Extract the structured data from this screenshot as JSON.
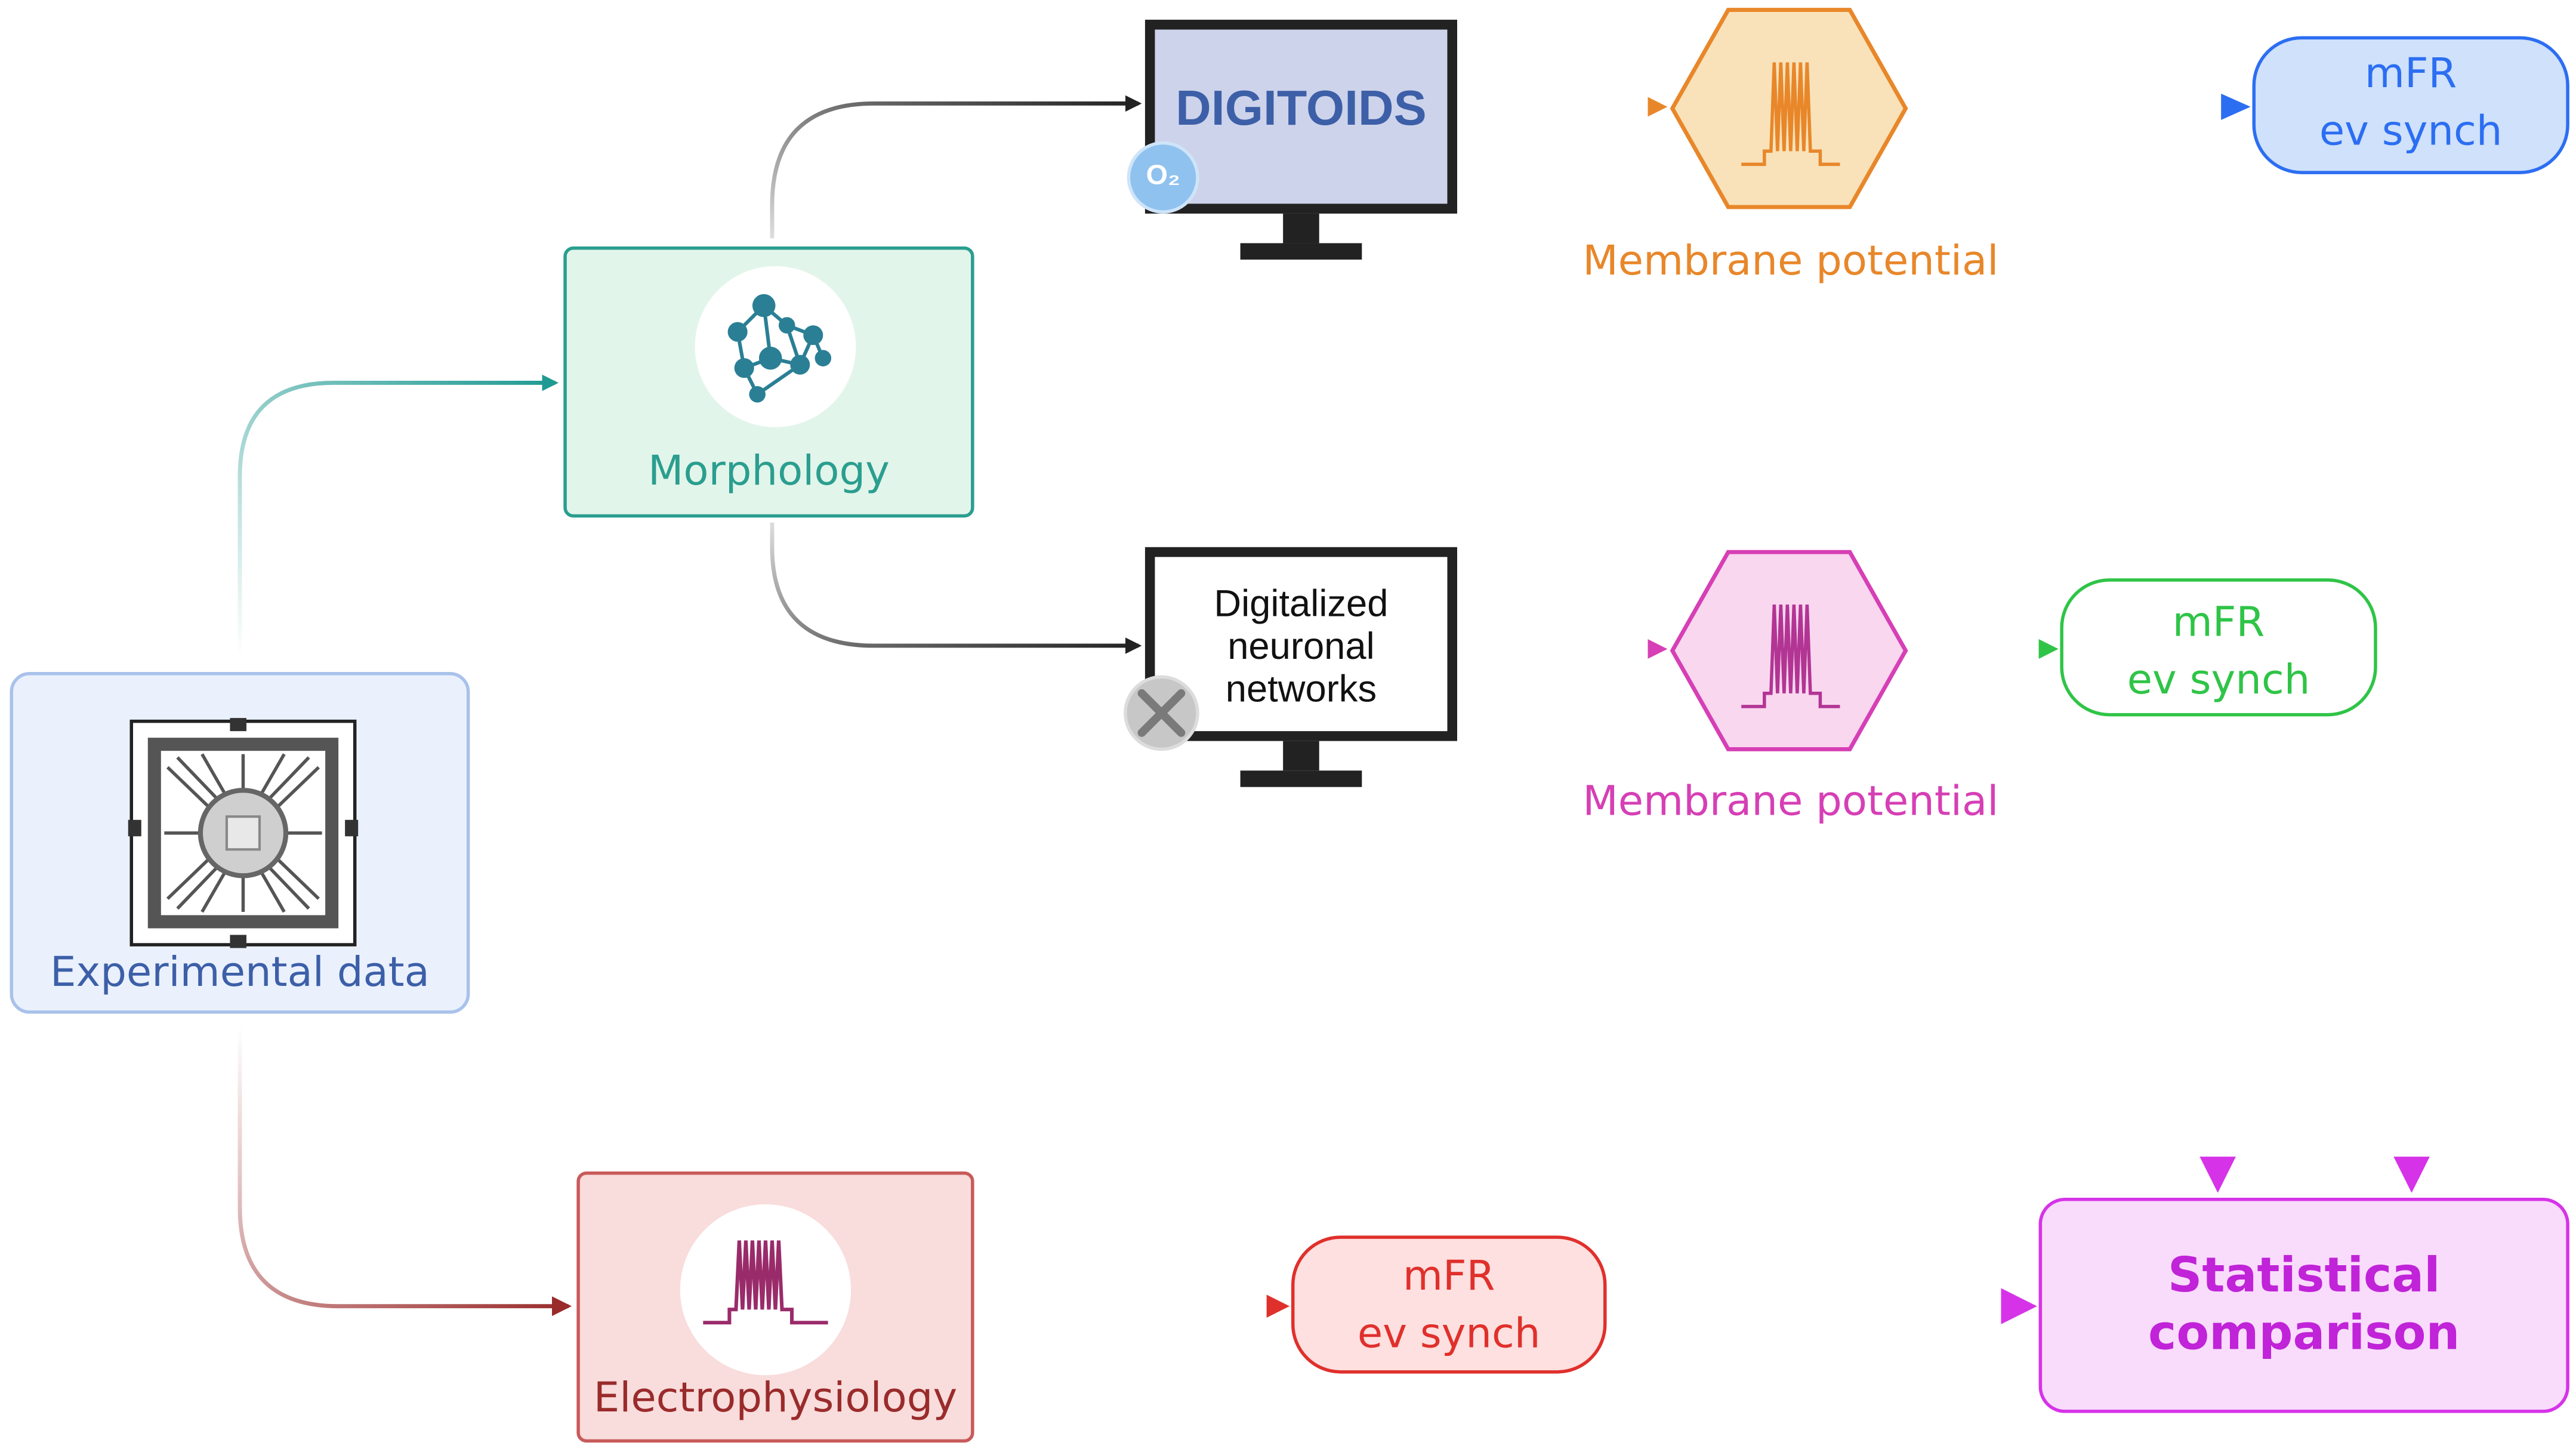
{
  "nodes": {
    "experimental": {
      "label": "Experimental data"
    },
    "morphology": {
      "label": "Morphology"
    },
    "electrophysiology": {
      "label": "Electrophysiology"
    },
    "digitoids": {
      "label": "DIGITOIDS",
      "o2_badge": "O₂"
    },
    "digitalized": {
      "line1": "Digitalized",
      "line2": "neuronal",
      "line3": "networks"
    },
    "membrane_top": {
      "label": "Membrane potential"
    },
    "membrane_mid": {
      "label": "Membrane potential"
    },
    "metrics_blue": {
      "line1": "mFR",
      "line2": "ev synch"
    },
    "metrics_green": {
      "line1": "mFR",
      "line2": "ev synch"
    },
    "metrics_red": {
      "line1": "mFR",
      "line2": "ev synch"
    },
    "statistical": {
      "line1": "Statistical",
      "line2": "comparison"
    }
  },
  "colors": {
    "teal": "#1f9a92",
    "orange": "#e8872a",
    "blue": "#2c6ef2",
    "magenta": "#d63fb5",
    "green": "#2fc447",
    "red": "#e0302c",
    "darkred": "#9a2b2b",
    "purple": "#d633e8",
    "navy": "#3d5fa8"
  },
  "icons": [
    "network-icon",
    "spike-train-icon",
    "microchip-icon",
    "monitor-icon",
    "o2-icon",
    "x-circle-icon",
    "hexagon-icon"
  ]
}
